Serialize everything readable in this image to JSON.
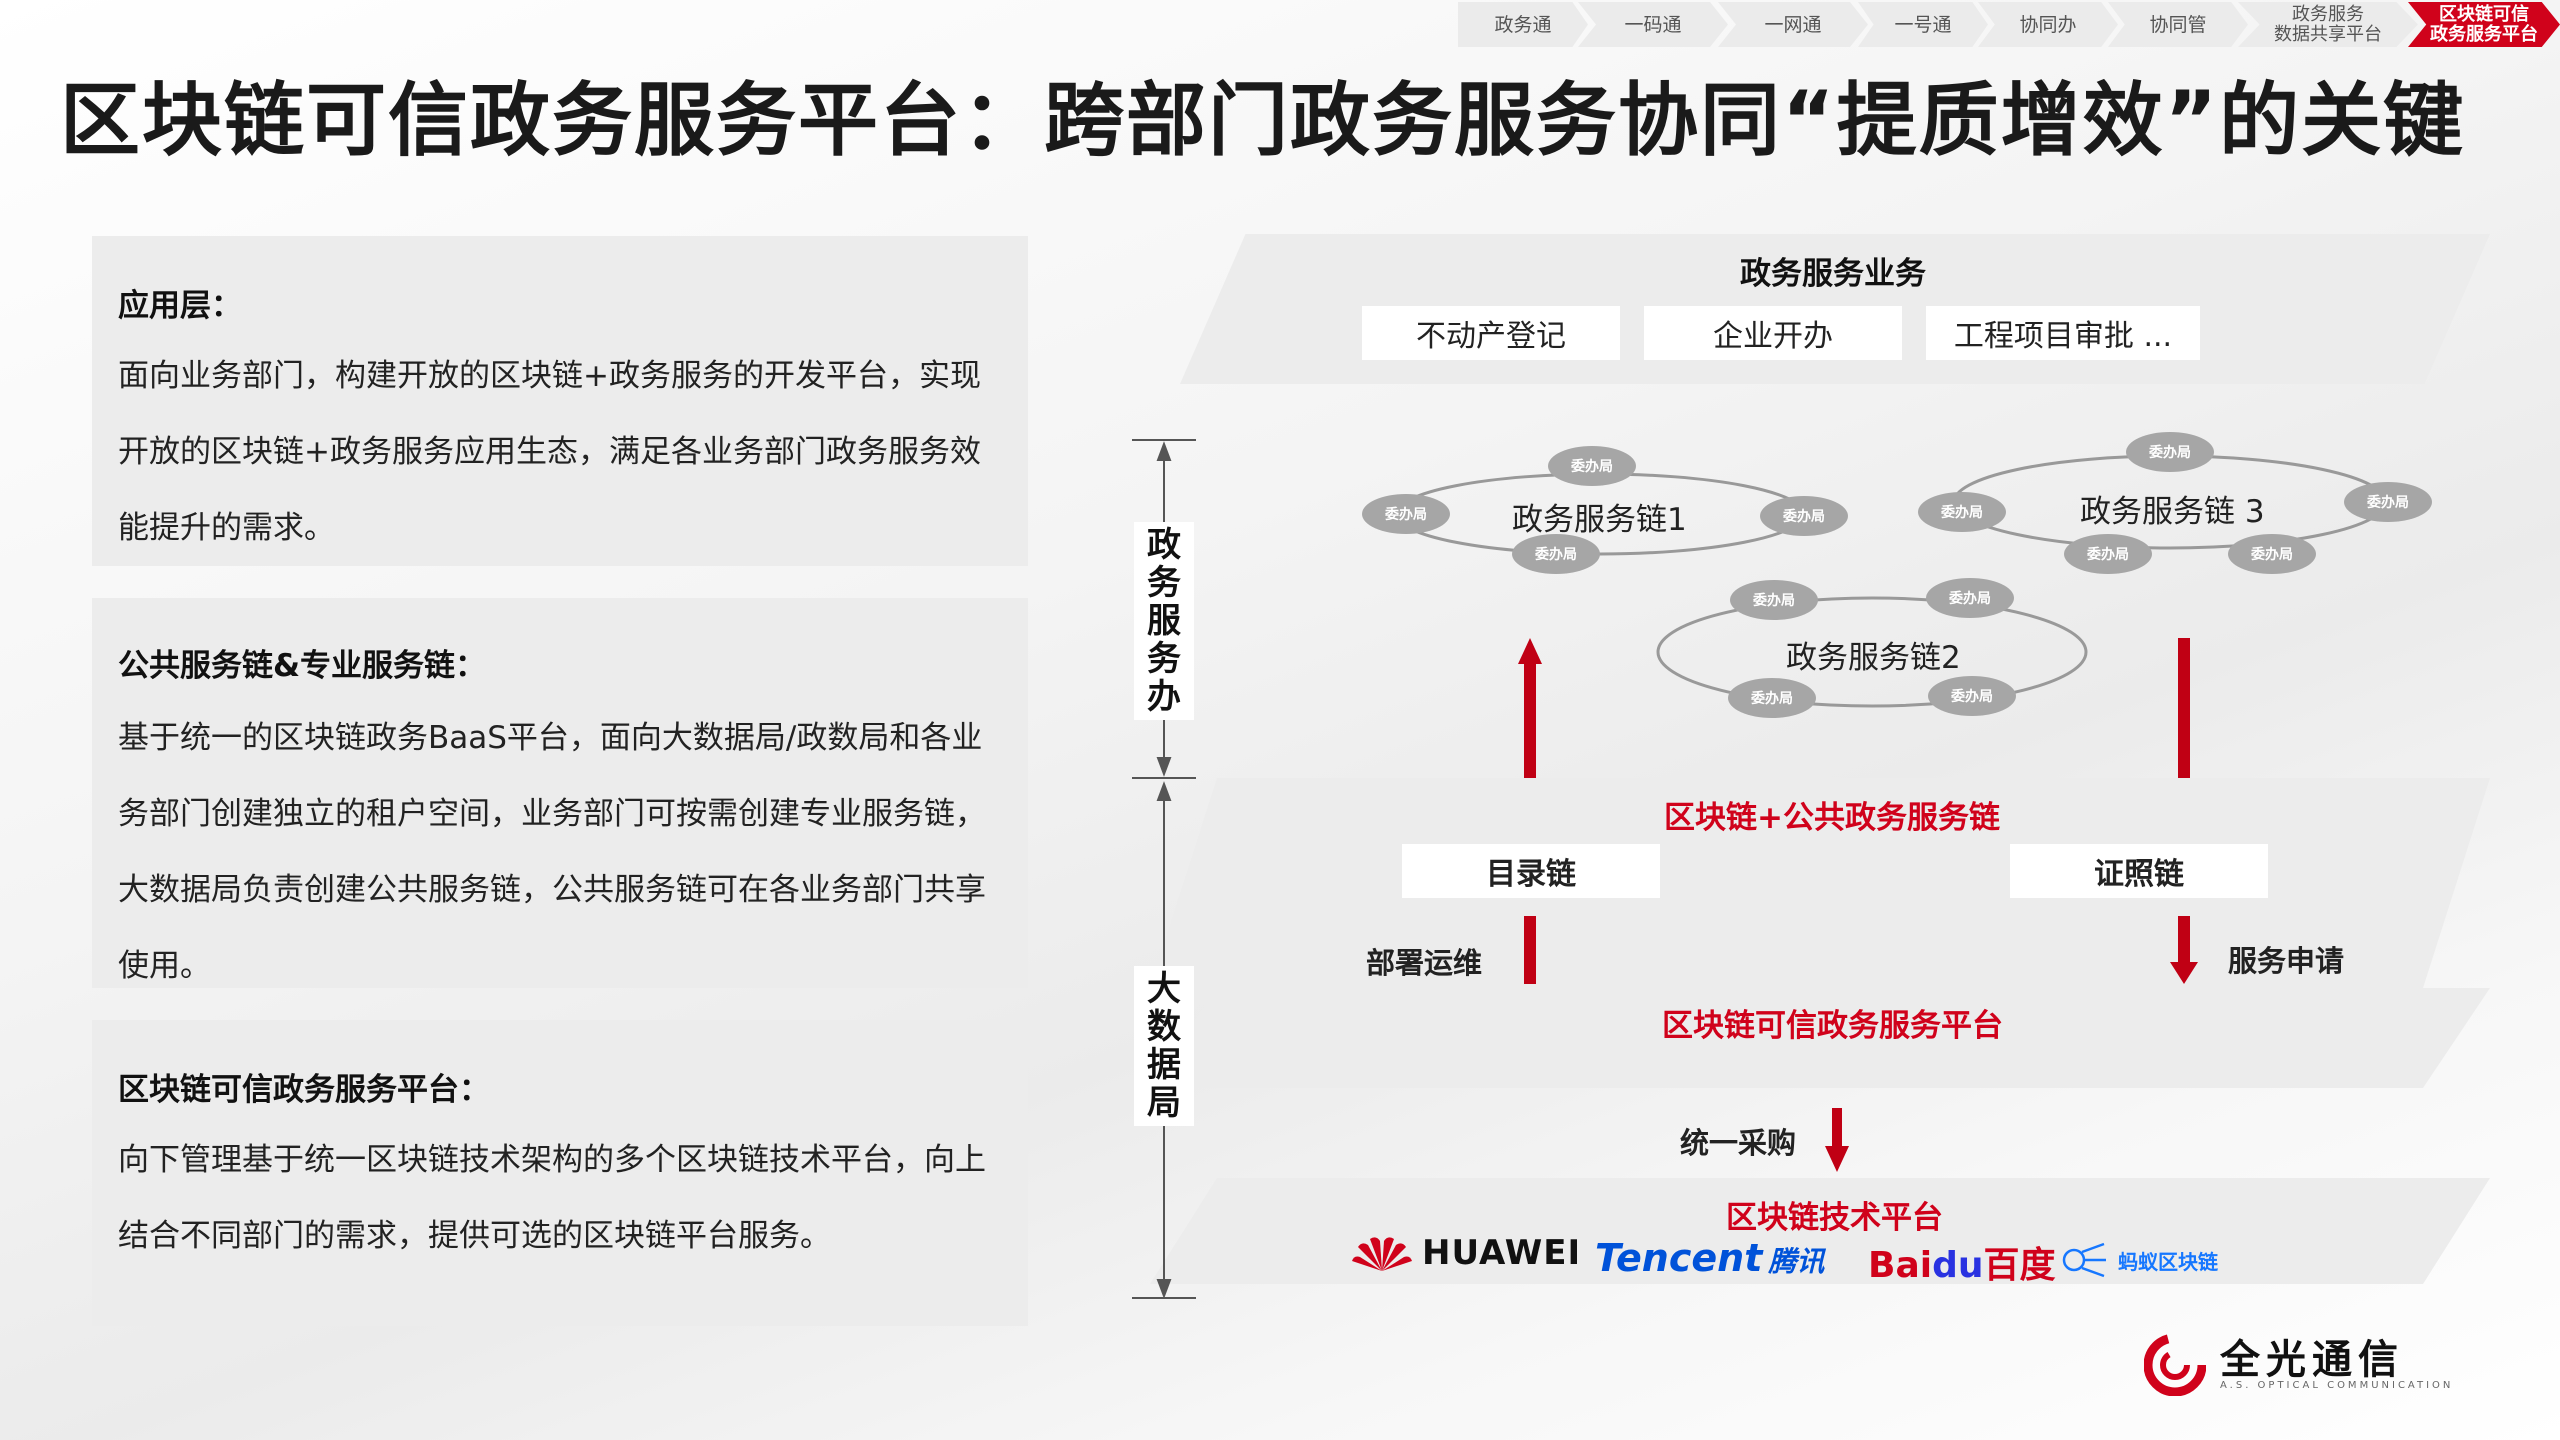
{
  "nav": {
    "steps": [
      "政务通",
      "一码通",
      "一网通",
      "一号通",
      "协同办",
      "协同管",
      "政务服务\n数据共享平台",
      "区块链可信\n政务服务平台"
    ],
    "active_index": 7
  },
  "title": "区块链可信政务服务平台：跨部门政务服务协同“提质增效”的关键",
  "panels": [
    {
      "heading": "应用层：",
      "body": "面向业务部门，构建开放的区块链+政务服务的开发平台，实现开放的区块链+政务服务应用生态，满足各业务部门政务服务效能提升的需求。"
    },
    {
      "heading": "公共服务链&专业服务链：",
      "body": "基于统一的区块链政务BaaS平台，面向大数据局/政数局和各业务部门创建独立的租户空间，业务部门可按需创建专业服务链，大数据局负责创建公共服务链，公共服务链可在各业务部门共享使用。"
    },
    {
      "heading": "区块链可信政务服务平台：",
      "body": "向下管理基于统一区块链技术架构的多个区块链技术平台，向上结合不同部门的需求，提供可选的区块链平台服务。"
    }
  ],
  "diagram": {
    "top_layer": {
      "title": "政务服务业务",
      "items": [
        "不动产登记",
        "企业开办",
        "工程项目审批 ..."
      ]
    },
    "chains": [
      {
        "name": "政务服务链1",
        "nodes": [
          "委办局",
          "委办局",
          "委办局",
          "委办局"
        ]
      },
      {
        "name": "政务服务链2",
        "nodes": [
          "委办局",
          "委办局",
          "委办局",
          "委办局"
        ]
      },
      {
        "name": "政务服务链 3",
        "nodes": [
          "委办局",
          "委办局",
          "委办局",
          "委办局",
          "委办局"
        ]
      }
    ],
    "side_labels": {
      "upper": "政务服务办",
      "lower": "大数据局"
    },
    "public_chain": {
      "title": "区块链+公共政务服务链",
      "items": [
        "目录链",
        "证照链"
      ]
    },
    "ops_label": "部署运维",
    "apply_label": "服务申请",
    "platform_title": "区块链可信政务服务平台",
    "purchase_label": "统一采购",
    "tech_platform_title": "区块链技术平台",
    "vendors": {
      "huawei": "HUAWEI",
      "tencent": "Tencent",
      "tencent_cn": "腾讯",
      "baidu_a": "Bai",
      "baidu_b": "du",
      "baidu_cn": "百度",
      "ant": "蚂蚁区块链"
    }
  },
  "footer_logo": {
    "name": "全光通信",
    "subtitle": "A.S. OPTICAL COMMUNICATION"
  },
  "colors": {
    "accent_red": "#d0021b",
    "panel_gray": "#ececec",
    "node_gray": "#9e9e9e"
  }
}
